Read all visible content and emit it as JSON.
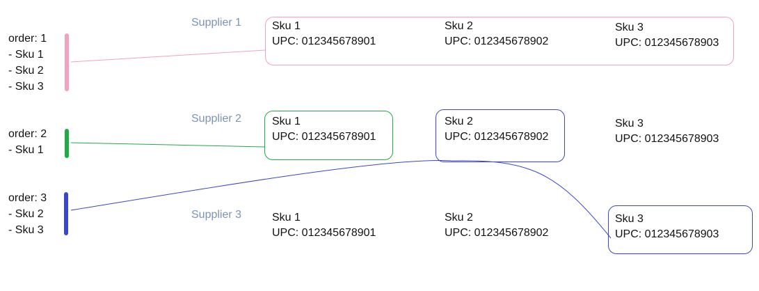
{
  "orders": [
    {
      "title": "order: 1",
      "items": [
        "- Sku 1",
        "- Sku 2",
        "- Sku 3"
      ],
      "color": "#f4a0c0"
    },
    {
      "title": "order: 2",
      "items": [
        "- Sku 1"
      ],
      "color": "#22aa44"
    },
    {
      "title": "order: 3",
      "items": [
        "- Sku 2",
        "- Sku 3"
      ],
      "color": "#3b47c8"
    }
  ],
  "suppliers": [
    {
      "label": "Supplier 1",
      "skus": [
        {
          "name": "Sku 1",
          "upc": "UPC: 012345678901"
        },
        {
          "name": "Sku 2",
          "upc": "UPC: 012345678902"
        },
        {
          "name": "Sku 3",
          "upc": "UPC: 012345678903"
        }
      ]
    },
    {
      "label": "Supplier 2",
      "skus": [
        {
          "name": "Sku 1",
          "upc": "UPC: 012345678901"
        },
        {
          "name": "Sku 2",
          "upc": "UPC: 012345678902"
        },
        {
          "name": "Sku 3",
          "upc": "UPC: 012345678903"
        }
      ]
    },
    {
      "label": "Supplier 3",
      "skus": [
        {
          "name": "Sku 1",
          "upc": "UPC: 012345678901"
        },
        {
          "name": "Sku 2",
          "upc": "UPC: 012345678902"
        },
        {
          "name": "Sku 3",
          "upc": "UPC: 012345678903"
        }
      ]
    }
  ],
  "colors": {
    "order1": "#f4a0c0",
    "order2": "#22aa44",
    "order3": "#3b47c8",
    "supplier_label": "#7a93b8"
  }
}
